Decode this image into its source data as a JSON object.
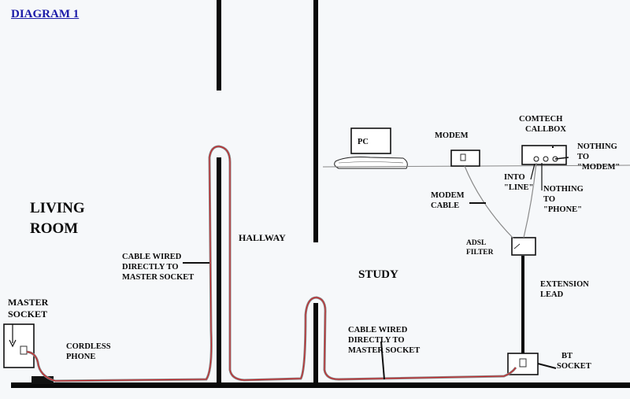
{
  "title": "DIAGRAM 1",
  "rooms": {
    "living_room": [
      "LIVING",
      "ROOM"
    ],
    "hallway": "HALLWAY",
    "study": "STUDY"
  },
  "devices": {
    "pc": "PC",
    "modem": "MODEM",
    "callbox": [
      "COMTECH",
      "CALLBOX"
    ],
    "adsl_filter": [
      "ADSL",
      "FILTER"
    ],
    "bt_socket": [
      "BT",
      "SOCKET"
    ],
    "master_socket": [
      "MASTER",
      "SOCKET"
    ],
    "cordless_phone": [
      "CORDLESS",
      "PHONE"
    ]
  },
  "annotations": {
    "nothing_modem": [
      "NOTHING",
      "TO",
      "\"MODEM\""
    ],
    "nothing_phone": [
      "NOTHING",
      "TO",
      "\"PHONE\""
    ],
    "into_line": [
      "INTO",
      "\"LINE\""
    ],
    "modem_cable": [
      "MODEM",
      "CABLE"
    ],
    "extension_lead": [
      "EXTENSION",
      "LEAD"
    ],
    "cable_left": [
      "CABLE WIRED",
      "DIRECTLY TO",
      "MASTER SOCKET"
    ],
    "cable_right": [
      "CABLE WIRED",
      "DIRECTLY TO",
      "MASTER SOCKET"
    ]
  },
  "colors": {
    "wall": "#0a0a0a",
    "cable_red": "#c8262a",
    "cable_grey": "#8a8a8a",
    "title": "#1a1aa8",
    "background": "#f6f8fa"
  }
}
